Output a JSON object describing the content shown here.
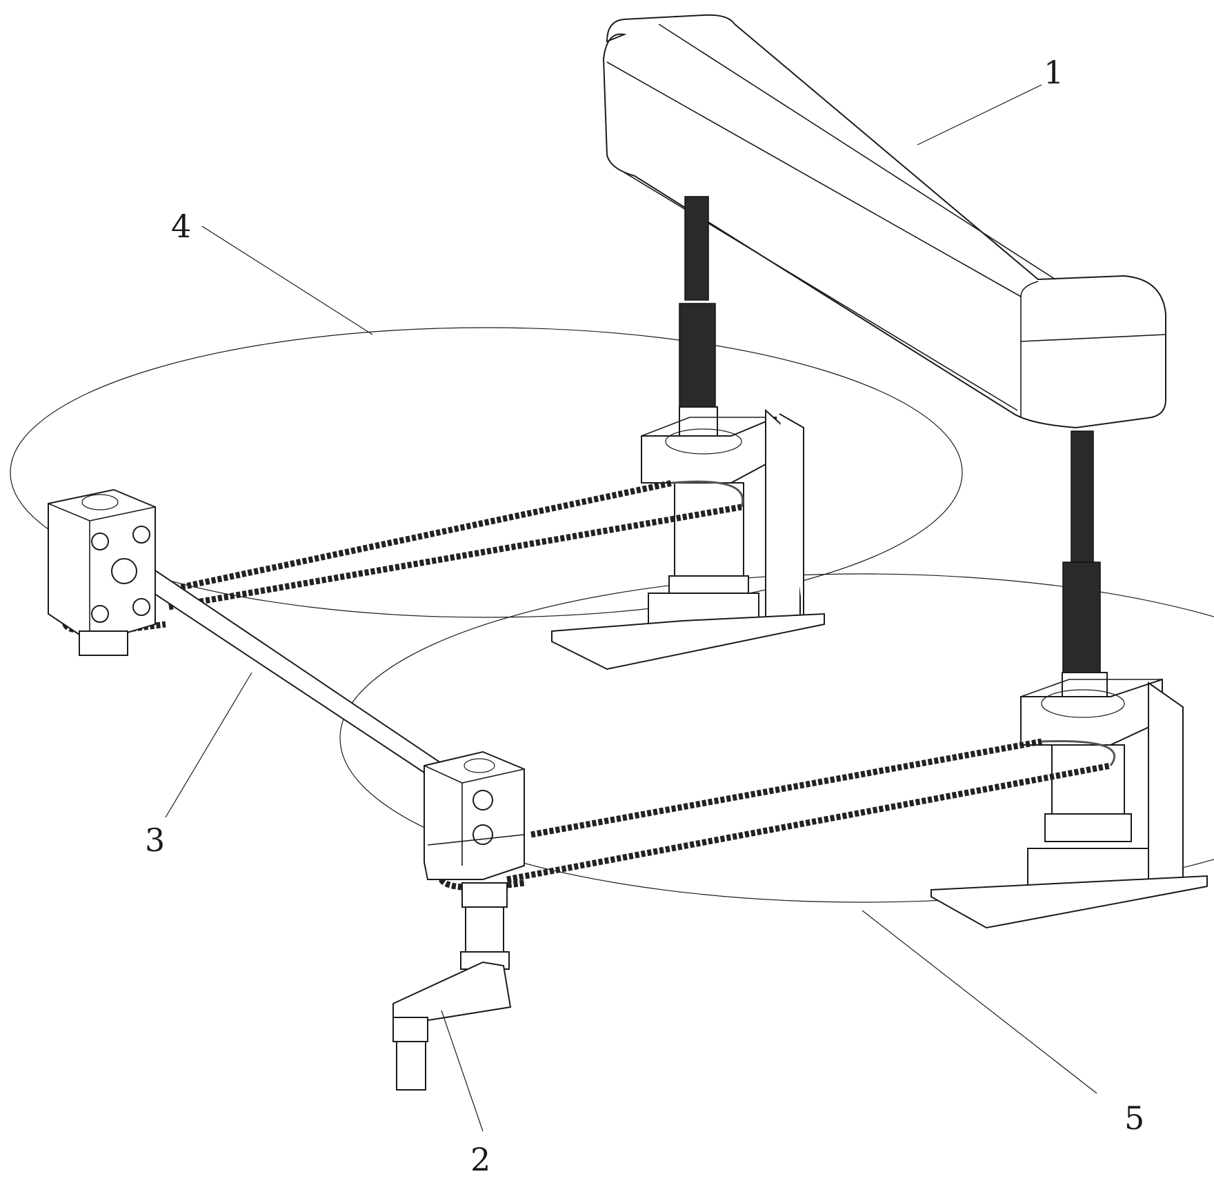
{
  "figure": {
    "callouts": [
      {
        "id": "1",
        "label": "1",
        "part": "beam"
      },
      {
        "id": "2",
        "label": "2",
        "part": "hand-crank"
      },
      {
        "id": "3",
        "label": "3",
        "part": "transmission-shaft"
      },
      {
        "id": "4",
        "label": "4",
        "part": "first-chain-assembly"
      },
      {
        "id": "5",
        "label": "5",
        "part": "second-chain-assembly"
      }
    ]
  },
  "colors": {
    "line": "#1a1a1a",
    "screw": "#2a2a2a",
    "background": "#ffffff"
  }
}
